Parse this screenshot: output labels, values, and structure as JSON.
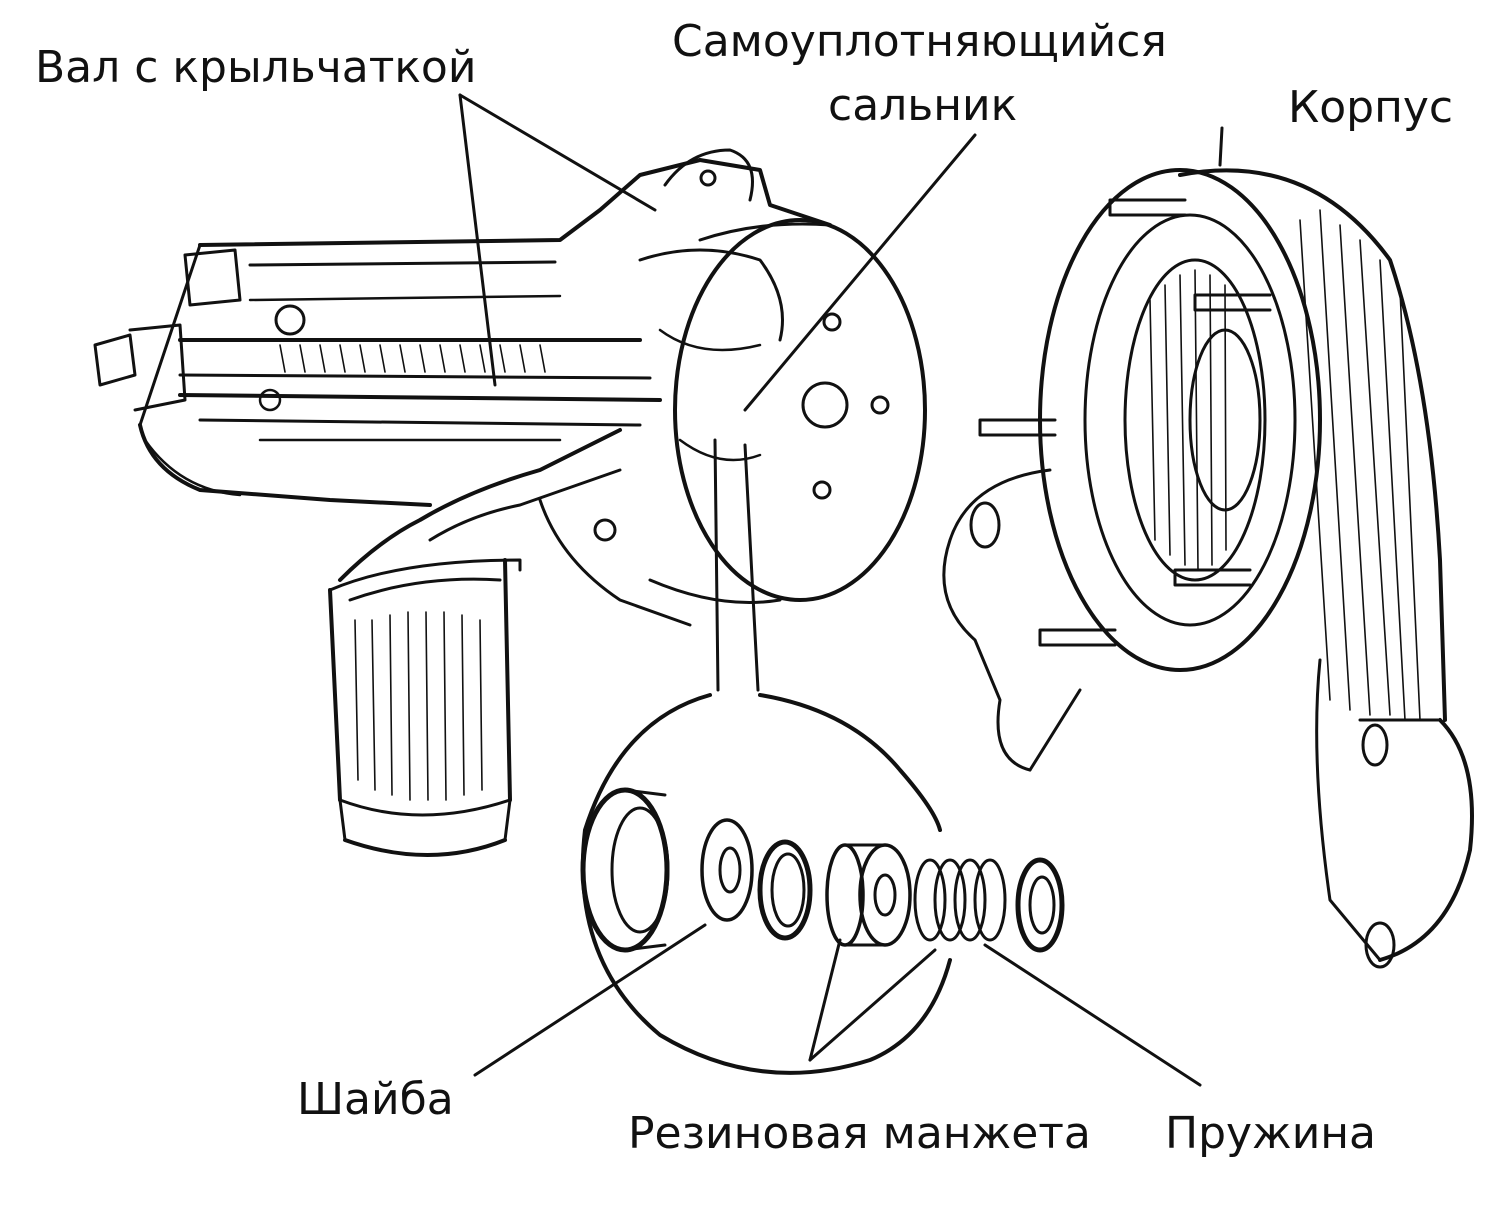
{
  "labels": {
    "shaft": "Вал с крыльчаткой",
    "seal_line1": "Самоуплотняющийся",
    "seal_line2": "сальник",
    "housing": "Корпус",
    "washer": "Шайба",
    "rubber_cuff": "Резиновая манжета",
    "spring": "Пружина"
  },
  "colors": {
    "ink": "#111111",
    "paper": "#ffffff"
  }
}
